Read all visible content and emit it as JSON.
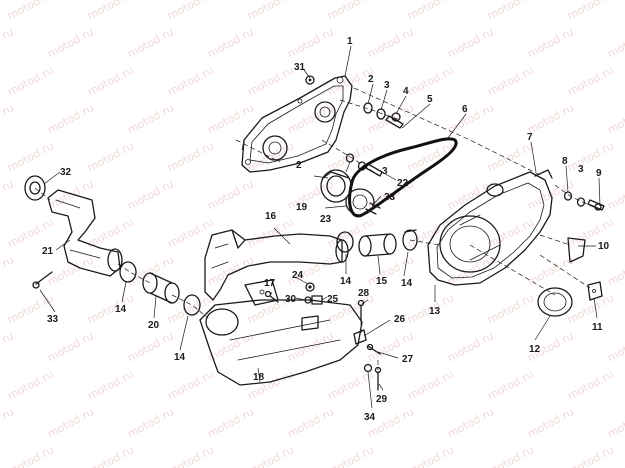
{
  "watermark": "motod.ru",
  "callouts": {
    "p1": "1",
    "p2": "2",
    "p3": "3",
    "p4": "4",
    "p5": "5",
    "p6": "6",
    "p7": "7",
    "p8": "8",
    "p9": "9",
    "p10": "10",
    "p11": "11",
    "p12": "12",
    "p13": "13",
    "p14": "14",
    "p15": "15",
    "p16": "16",
    "p17": "17",
    "p18": "18",
    "p19": "19",
    "p20": "20",
    "p21": "21",
    "p22": "22",
    "p23": "23",
    "p24": "24",
    "p25": "25",
    "p26": "26",
    "p27": "27",
    "p28": "28",
    "p29": "29",
    "p30": "30",
    "p31": "31",
    "p32": "32",
    "p33": "33",
    "p34": "34"
  }
}
